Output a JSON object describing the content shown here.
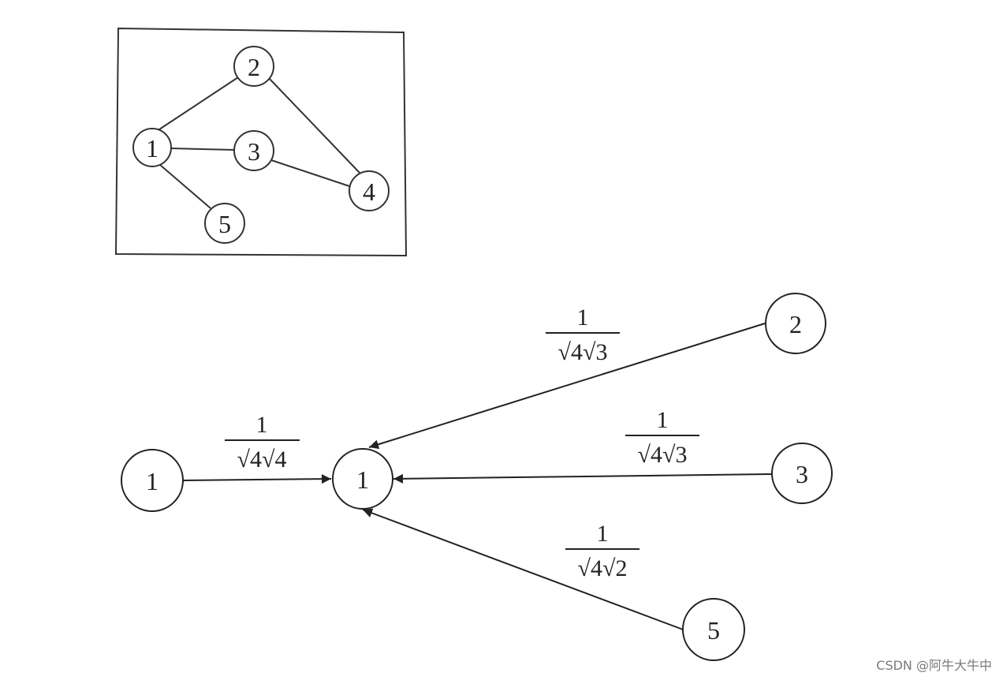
{
  "graph": {
    "nodes": [
      "1",
      "2",
      "3",
      "4",
      "5"
    ],
    "edges": [
      [
        "1",
        "2"
      ],
      [
        "1",
        "3"
      ],
      [
        "1",
        "5"
      ],
      [
        "2",
        "4"
      ],
      [
        "3",
        "4"
      ]
    ]
  },
  "aggregation": {
    "target": "1",
    "sources": [
      {
        "id": "1",
        "weight_numerator": "1",
        "weight_denominator": "√4√4"
      },
      {
        "id": "2",
        "weight_numerator": "1",
        "weight_denominator": "√4√3"
      },
      {
        "id": "3",
        "weight_numerator": "1",
        "weight_denominator": "√4√3"
      },
      {
        "id": "5",
        "weight_numerator": "1",
        "weight_denominator": "√4√2"
      }
    ]
  },
  "watermark": "CSDN @阿牛大牛中",
  "colors": {
    "ink": "#222222",
    "background": "#ffffff",
    "watermark": "#7a7a7a"
  }
}
